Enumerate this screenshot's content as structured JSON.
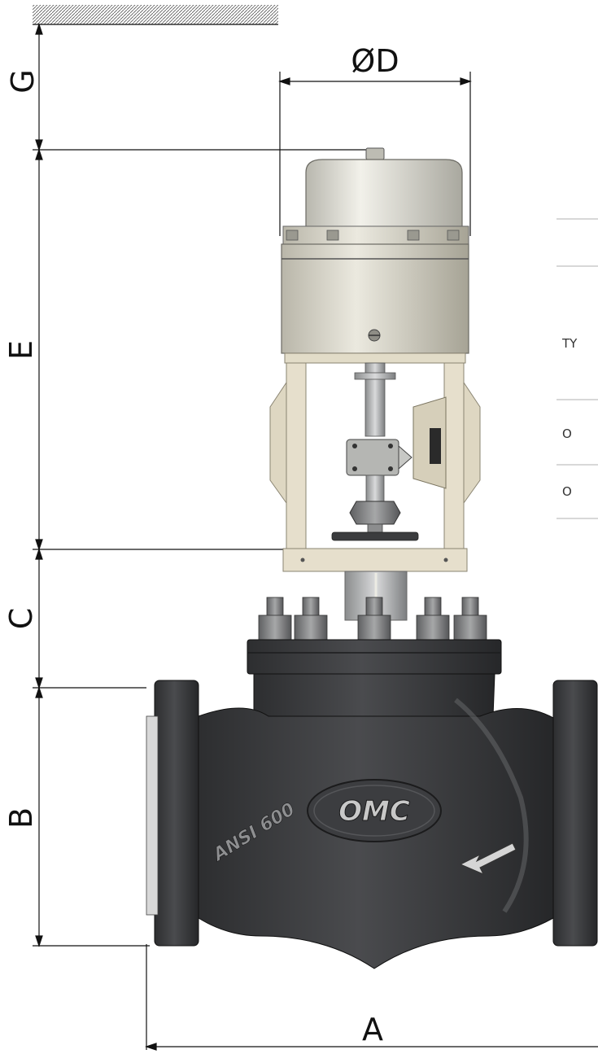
{
  "dimensions": {
    "A": "A",
    "B": "B",
    "C": "C",
    "D": "ØD",
    "E": "E",
    "G": "G"
  },
  "valve_body": {
    "marking": "ANSI 600",
    "logo": "OMC"
  },
  "table_fragment": {
    "rows": [
      {
        "label": "TY"
      },
      {
        "label": "O"
      },
      {
        "label": "O"
      }
    ]
  },
  "colors": {
    "body": "#3a3b3d",
    "actuator": "#d4d2c6",
    "yoke": "#e6dfcc",
    "line": "#111111",
    "table_rule": "#d8d8d8"
  }
}
